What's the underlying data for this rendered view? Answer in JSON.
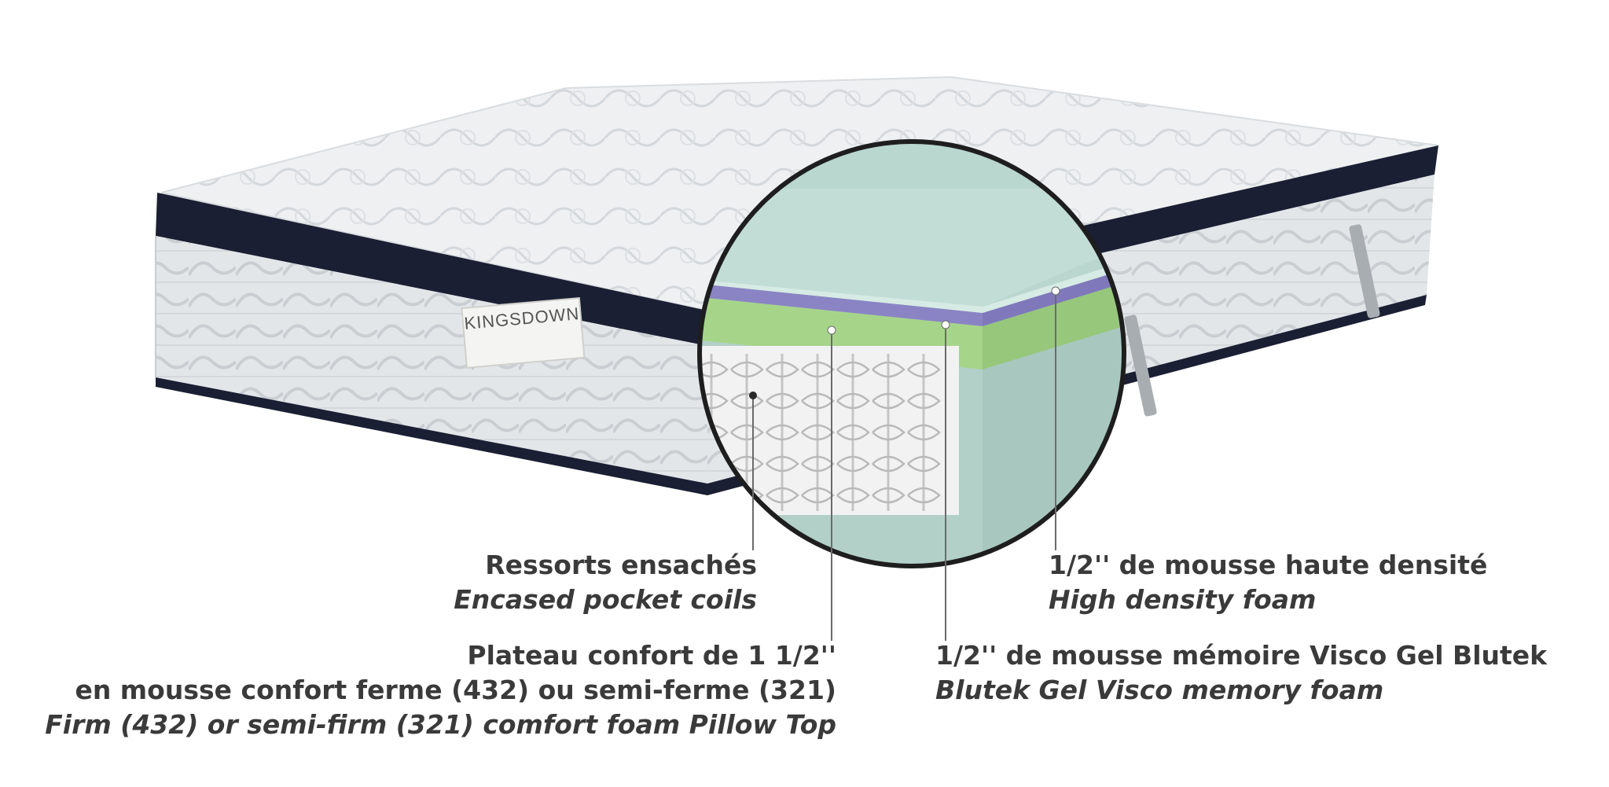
{
  "brand_label": "KINGSDOWN",
  "callouts": {
    "coils": {
      "fr": "Ressorts ensachés",
      "en": "Encased pocket coils"
    },
    "pillow": {
      "fr_line1": "Plateau confort de 1 1/2''",
      "fr_line2": "en mousse confort ferme (432) ou semi-ferme (321)",
      "en": "Firm (432) or semi-firm (321) comfort foam Pillow Top"
    },
    "high_density": {
      "fr": "1/2'' de mousse haute densité",
      "en": "High density foam"
    },
    "memory": {
      "fr": "1/2'' de mousse mémoire Visco Gel Blutek",
      "en": "Blutek Gel Visco memory foam"
    }
  },
  "colors": {
    "foam_teal": "#b9d6cf",
    "comfort_green": "#a6d58a",
    "memory_purple": "#8a84c4",
    "border_navy": "#1b1f33",
    "text": "#3a3a3a"
  }
}
